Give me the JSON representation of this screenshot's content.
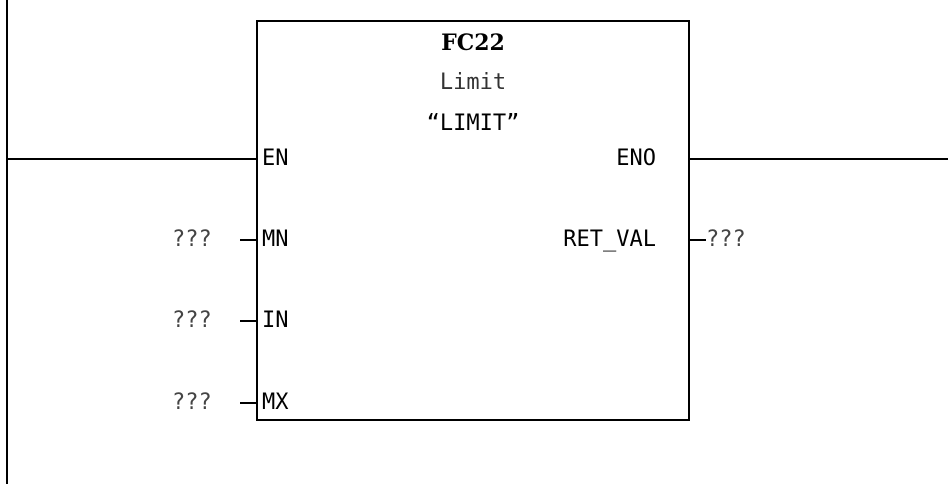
{
  "block": {
    "number": "FC22",
    "name": "Limit",
    "symbol": "“LIMIT”"
  },
  "inputs": {
    "en": "EN",
    "mn": "MN",
    "in": "IN",
    "mx": "MX"
  },
  "outputs": {
    "eno": "ENO",
    "ret_val": "RET_VAL"
  },
  "params": {
    "mn": "???",
    "in": "???",
    "mx": "???",
    "ret_val": "???"
  }
}
